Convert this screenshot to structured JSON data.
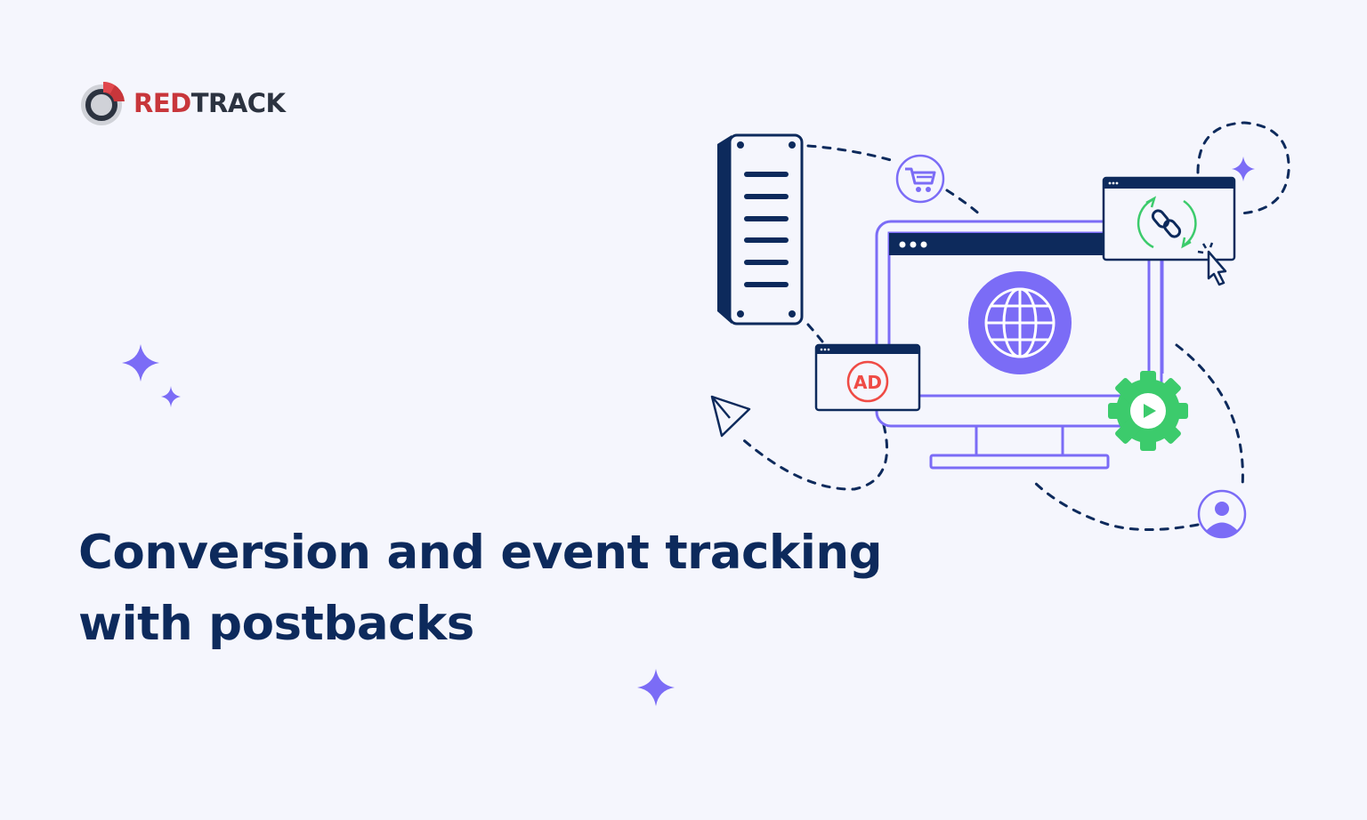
{
  "brand": {
    "name_part1": "RED",
    "name_part2": "TRACK",
    "colors": {
      "red": "#c8363b",
      "dark": "#2c3340",
      "gray": "#d0d2d8"
    }
  },
  "headline": {
    "line1": "Conversion and event tracking",
    "line2": "with postbacks"
  },
  "illustration": {
    "ad_badge_text": "AD",
    "icons": [
      "server-icon",
      "shopping-cart-icon",
      "browser-window-icon",
      "globe-icon",
      "link-sync-icon",
      "cursor-click-icon",
      "ad-window-icon",
      "gear-play-icon",
      "user-avatar-icon",
      "paper-plane-icon",
      "sparkle-icon"
    ]
  },
  "colors": {
    "background": "#f5f6fd",
    "navy": "#0d2a5c",
    "purple": "#7b6cf6",
    "green": "#3ccb6c",
    "red": "#ef4b45"
  }
}
